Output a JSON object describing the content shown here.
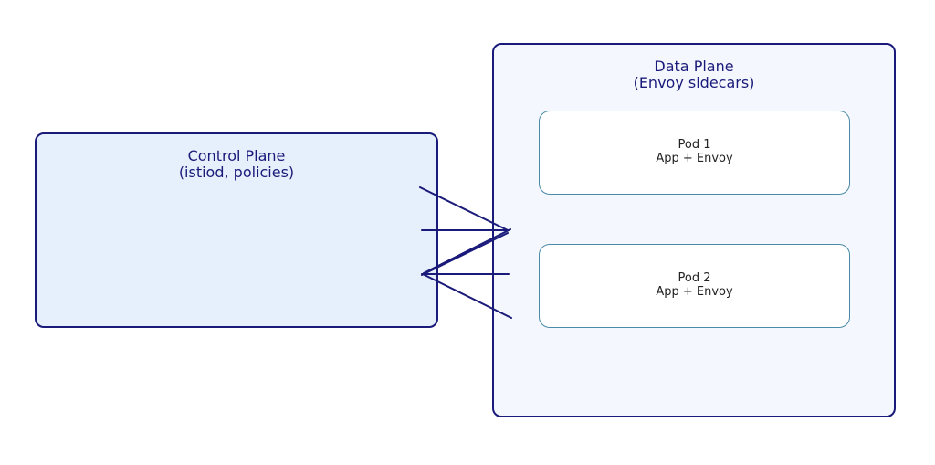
{
  "control_plane": {
    "title_line1": "Control Plane",
    "title_line2": "(istiod, policies)"
  },
  "data_plane": {
    "title_line1": "Data Plane",
    "title_line2": "(Envoy sidecars)"
  },
  "pods": [
    {
      "name": "Pod 1",
      "content": "App + Envoy"
    },
    {
      "name": "Pod 2",
      "content": "App + Envoy"
    }
  ],
  "colors": {
    "stroke": "#1a1a7a",
    "control_fill": "#e6f0fc",
    "data_fill": "#f4f7fe",
    "pod_border": "#4a8aa6"
  }
}
